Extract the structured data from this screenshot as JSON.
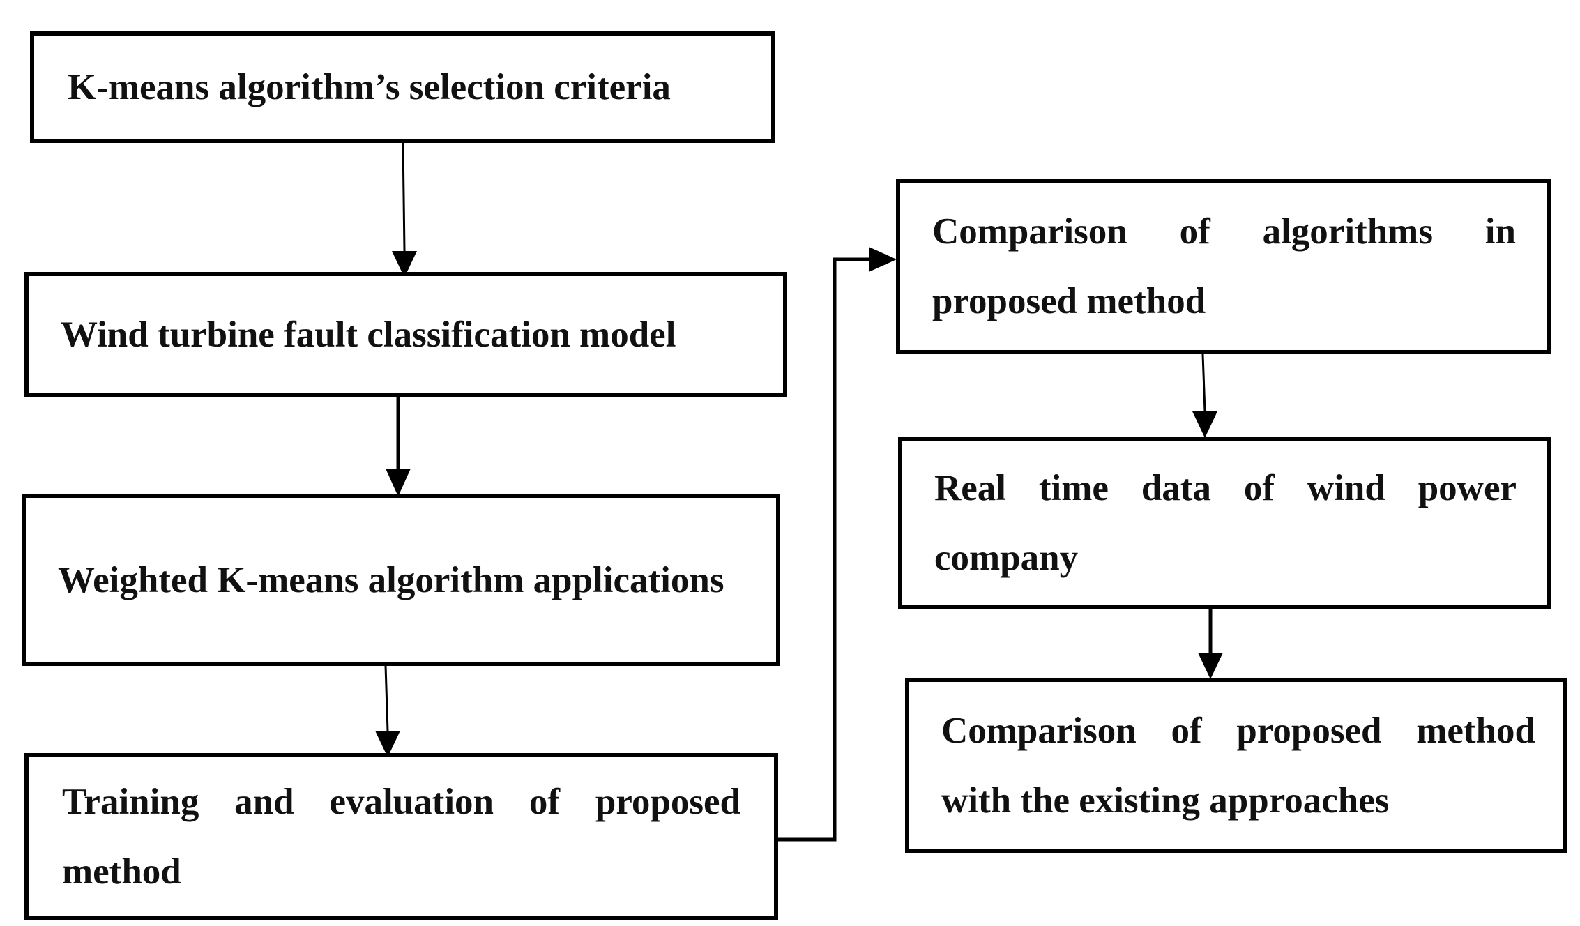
{
  "diagram": {
    "boxes": {
      "selection_criteria": "K-means algorithm’s selection criteria",
      "classification_model": "Wind turbine fault classification model",
      "weighted_kmeans": "Weighted K-means algorithm applications",
      "training_evaluation": "Training and evaluation of proposed method",
      "comparison_algorithms": "Comparison of algorithms in proposed method",
      "real_time_data": "Real time data of wind power company",
      "comparison_approaches": "Comparison of proposed method with the existing approaches"
    },
    "colors": {
      "stroke": "#000000",
      "text": "#111111",
      "background": "#ffffff"
    }
  }
}
